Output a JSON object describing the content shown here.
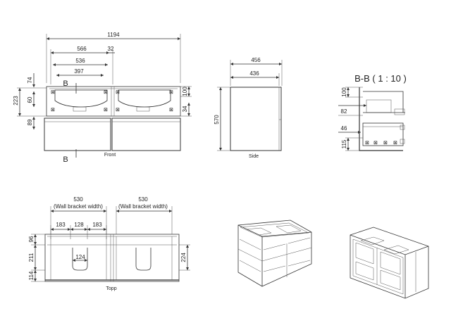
{
  "front": {
    "caption": "Front",
    "section_mark": "B",
    "dims": {
      "overall_width": "1194",
      "basin_span": "566",
      "side_gap": "32",
      "inner_span": "536",
      "bowl_width": "397",
      "top_offset": "74",
      "upper_height": "223",
      "mid_height": "60",
      "lower_height": "89",
      "right_top": "100",
      "right_bottom": "34"
    }
  },
  "side": {
    "caption": "Side",
    "dims": {
      "depth_outer": "456",
      "depth_inner": "436",
      "height": "570"
    }
  },
  "section": {
    "title": "B-B ( 1 : 10 )",
    "dims": {
      "d100": "100",
      "d82": "82",
      "d46": "46",
      "d115": "115"
    }
  },
  "top": {
    "caption": "Topp",
    "left_bracket": {
      "value": "530",
      "label": "(Wall bracket width)"
    },
    "right_bracket": {
      "value": "530",
      "label": "(Wall bracket width)"
    },
    "dims": {
      "a183": "183",
      "b128": "128",
      "c183": "183",
      "h96": "96",
      "h211": "211",
      "h114": "114",
      "w124": "124",
      "d224": "224"
    }
  }
}
